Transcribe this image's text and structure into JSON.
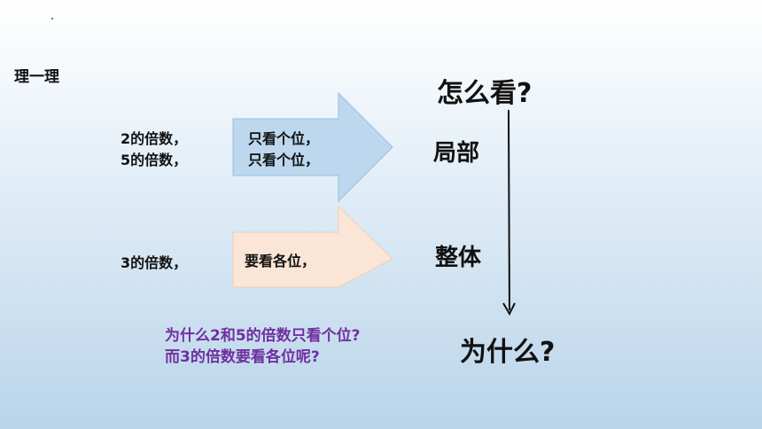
{
  "title": "理一理",
  "left_labels": {
    "row1": "2的倍数，",
    "row2": "5的倍数，",
    "row3": "3的倍数，"
  },
  "arrows": {
    "top": {
      "line1": "只看个位，",
      "line2": "只看个位，",
      "fill": "#bdd7ee"
    },
    "bottom": {
      "line1": "要看各位，",
      "fill": "#fbe5d6"
    }
  },
  "right": {
    "how_to_look": "怎么看?",
    "local": "局部",
    "whole": "整体",
    "why": "为什么?"
  },
  "question": {
    "line1": "为什么2和5的倍数只看个位?",
    "line2": "而3的倍数要看各位呢?",
    "color": "#7030a0"
  }
}
